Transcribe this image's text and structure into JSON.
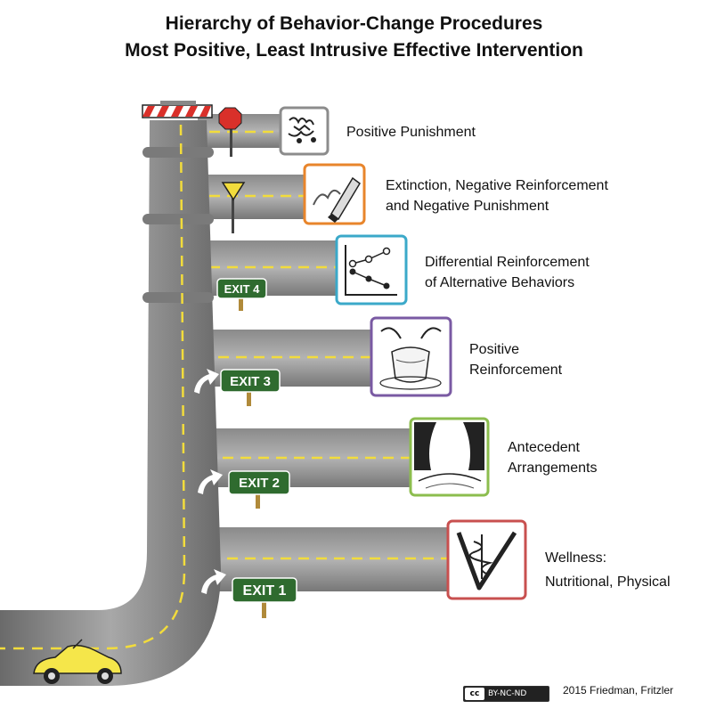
{
  "title": {
    "line1": "Hierarchy of Behavior-Change Procedures",
    "line2": "Most Positive, Least Intrusive Effective Intervention"
  },
  "levels": [
    {
      "id": "positive-punishment",
      "lines": [
        "Positive Punishment"
      ],
      "color": "#8c8c8c",
      "icon": "scribble-fight-icon",
      "sign": "stop-sign"
    },
    {
      "id": "extinction",
      "lines": [
        "Extinction, Negative Reinforcement",
        "and Negative Punishment"
      ],
      "color": "#e8852b",
      "icon": "eraser-icon",
      "sign": "yield-sign"
    },
    {
      "id": "differential-reinforcement",
      "lines": [
        "Differential Reinforcement",
        "of Alternative Behaviors"
      ],
      "color": "#3ba9c9",
      "icon": "line-graph-icon",
      "exit": "EXIT 4"
    },
    {
      "id": "positive-reinforcement",
      "lines": [
        "Positive",
        "Reinforcement"
      ],
      "color": "#7a5aa3",
      "icon": "pottery-hands-icon",
      "exit": "EXIT 3"
    },
    {
      "id": "antecedent-arrangements",
      "lines": [
        "Antecedent",
        "Arrangements"
      ],
      "color": "#8cbd4e",
      "icon": "set-the-stage-icon",
      "exit": "EXIT 2"
    },
    {
      "id": "wellness",
      "lines": [
        "Wellness:",
        "Nutritional, Physical"
      ],
      "color": "#c8504f",
      "icon": "caduceus-icon",
      "exit": "EXIT 1"
    }
  ],
  "footer": {
    "license": "BY-NC-ND",
    "license_mark": "cc",
    "credit": "2015 Friedman, Fritzler"
  },
  "colors": {
    "road": "#9a9a9a",
    "road_dark": "#6e6e6e",
    "lane": "#f2dc3c",
    "exit_sign": "#2f6b2f",
    "car": "#f5e64a"
  }
}
